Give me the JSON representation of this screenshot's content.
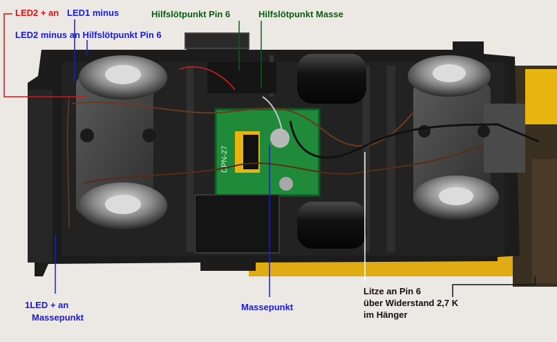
{
  "photo": {
    "subject": "model-railcar-chassis-underside",
    "decoder_print": "DPN-27"
  },
  "labels": {
    "led2_plus_prefix": "LED2 + an",
    "led1_minus": "LED1 minus",
    "led2_minus": "LED2 minus an Hilfslötpunkt Pin 6",
    "hilfs_pin6": "Hilfslötpunkt Pin 6",
    "hilfs_masse": "Hilfslötpunkt Masse",
    "led1_plus_line1": "1LED + an",
    "led1_plus_line2": "Massepunkt",
    "massepunkt": "Massepunkt",
    "litze_line1": "Litze an Pin 6",
    "litze_line2": "über Widerstand 2,7 K",
    "litze_line3": "im Hänger"
  },
  "colors": {
    "red_label": "#e01010",
    "blue_label": "#1a1ad8",
    "green_label": "#0d5a14",
    "black_label": "#111111",
    "background": "#ece9e4",
    "chassis": "#1c1c1c",
    "pcb": "#1f8a3a",
    "yellow_part": "#e8b410"
  }
}
